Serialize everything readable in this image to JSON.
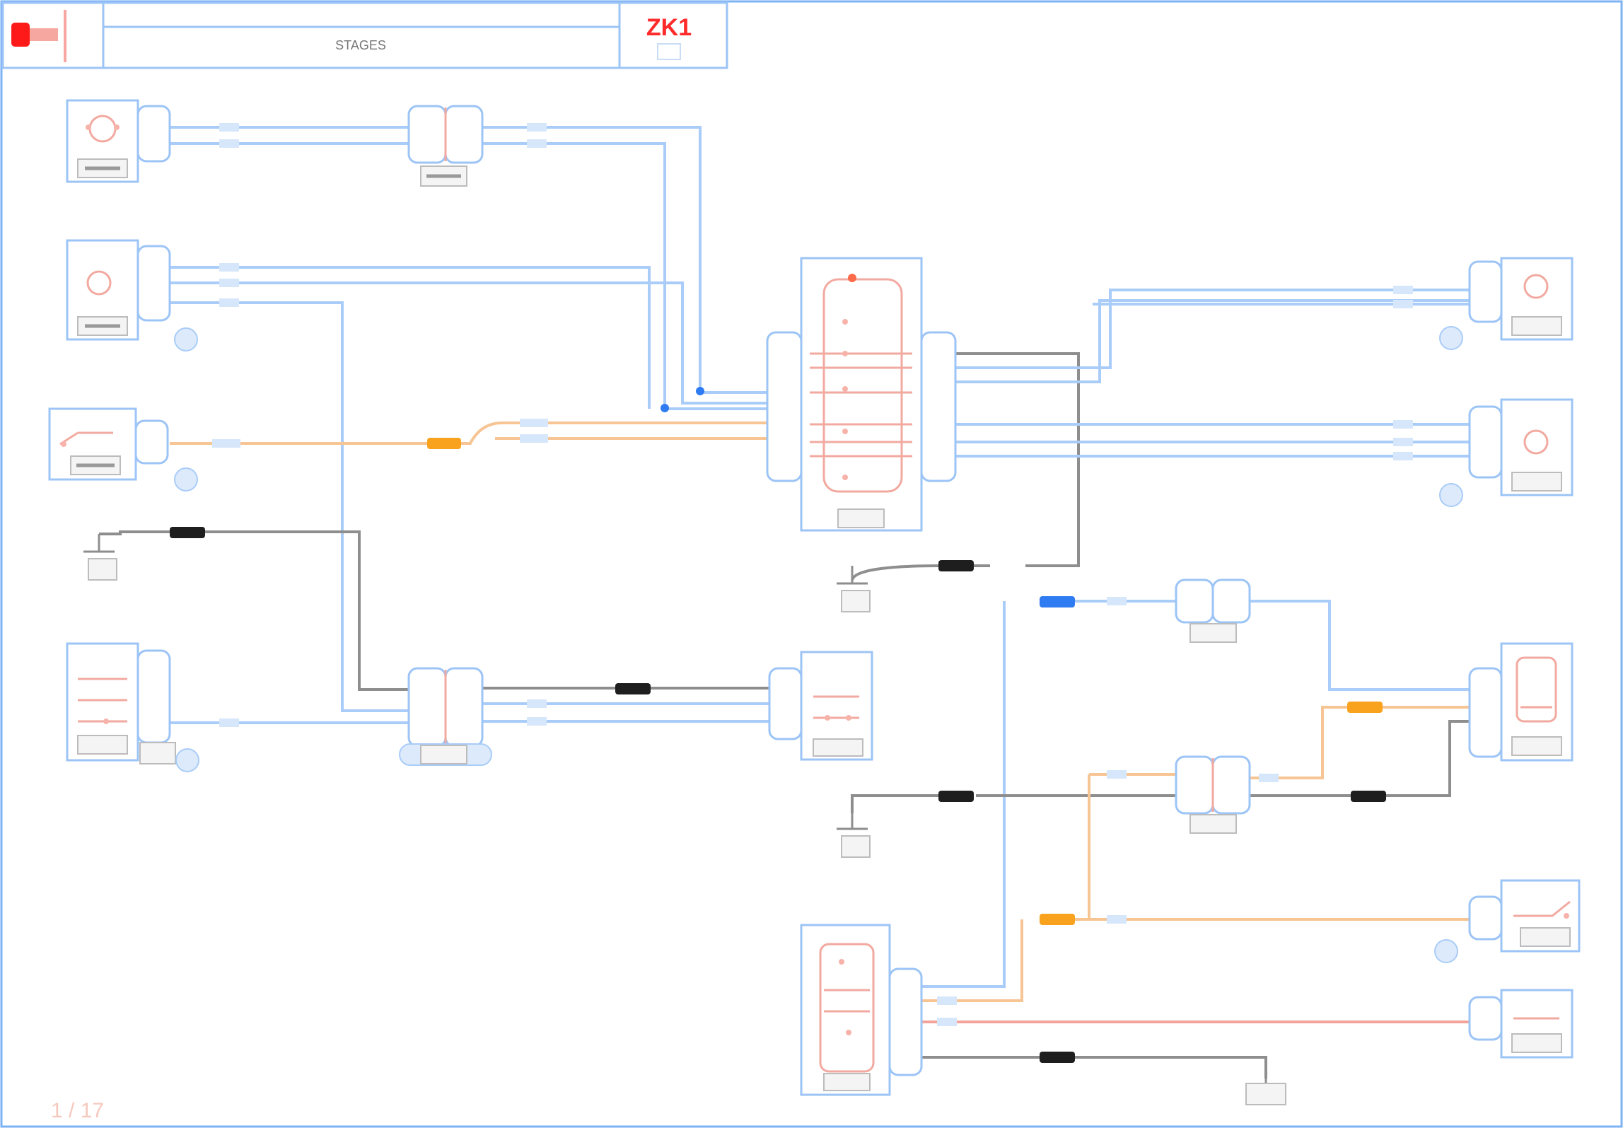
{
  "header": {
    "title": "STAGES",
    "code": "ZK1"
  },
  "page_label": "1 / 17"
}
